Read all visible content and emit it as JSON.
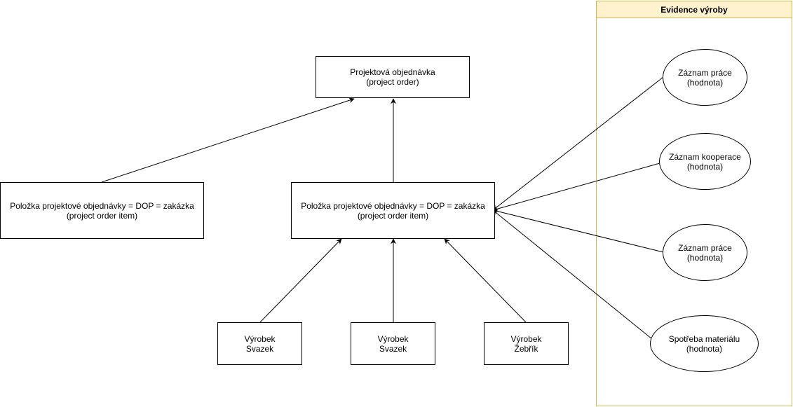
{
  "colors": {
    "stroke": "#000000",
    "pool_border": "#d6b656",
    "pool_header_fill": "#fff2cc"
  },
  "pool": {
    "title": "Evidence výroby"
  },
  "nodes": {
    "project_order": {
      "line1": "Projektová objednávka",
      "line2": "(project order)"
    },
    "order_item_left": {
      "line1": "Položka projektové objednávky = DOP = zakázka",
      "line2": "(project order item)"
    },
    "order_item_center": {
      "line1": "Položka projektové objednávky = DOP = zakázka",
      "line2": "(project order item)"
    },
    "product_1": {
      "line1": "Výrobek",
      "line2": "Svazek"
    },
    "product_2": {
      "line1": "Výrobek",
      "line2": "Svazek"
    },
    "product_3": {
      "line1": "Výrobek",
      "line2": "Žebřík"
    },
    "work_record_1": {
      "line1": "Záznam práce",
      "line2": "(hodnota)"
    },
    "cooperation_record": {
      "line1": "Záznam kooperace",
      "line2": "(hodnota)"
    },
    "work_record_2": {
      "line1": "Záznam práce",
      "line2": "(hodnota)"
    },
    "material_consumption": {
      "line1": "Spotřeba materiálu",
      "line2": "(hodnota)"
    }
  }
}
